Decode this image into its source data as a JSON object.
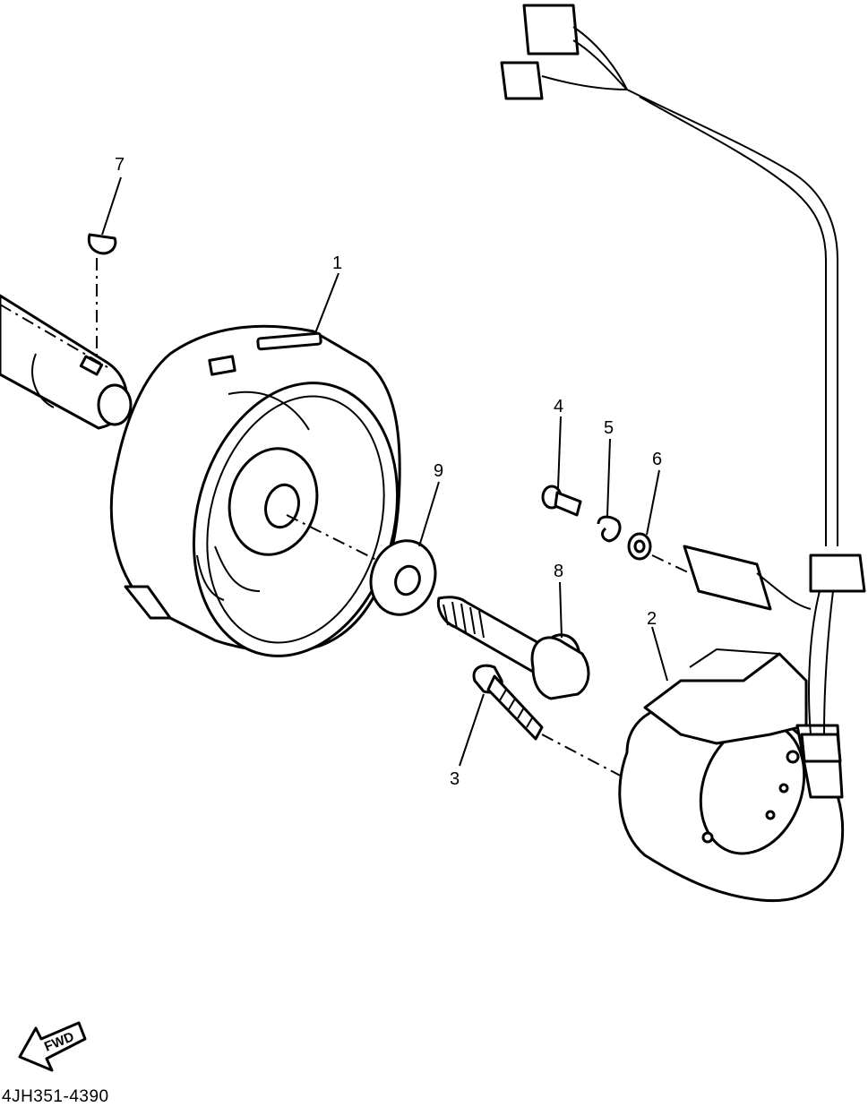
{
  "callouts": [
    {
      "id": "p1",
      "label": "1"
    },
    {
      "id": "p2",
      "label": "2"
    },
    {
      "id": "p3",
      "label": "3"
    },
    {
      "id": "p4",
      "label": "4"
    },
    {
      "id": "p5",
      "label": "5"
    },
    {
      "id": "p6",
      "label": "6"
    },
    {
      "id": "p7",
      "label": "7"
    },
    {
      "id": "p8",
      "label": "8"
    },
    {
      "id": "p9",
      "label": "9"
    }
  ],
  "fwd_arrow": {
    "label": "FWD"
  },
  "drawing_id": "4JH351-4390"
}
